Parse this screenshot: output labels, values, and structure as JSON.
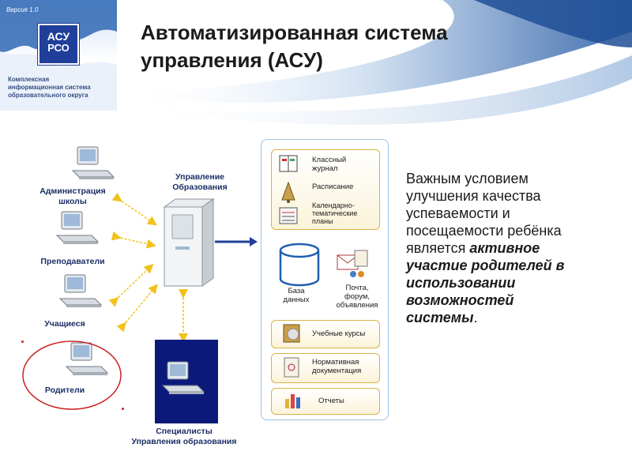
{
  "logo": {
    "version": "Версия 1.0",
    "line1": "АСУ",
    "line2": "РСО",
    "caption": [
      "Комплексная",
      "информационная система",
      "образовательного округа"
    ]
  },
  "title": [
    "Автоматизированная система",
    "управления (АСУ)"
  ],
  "left_nodes": [
    {
      "label": [
        "Администрация",
        "школы"
      ]
    },
    {
      "label": [
        "Преподаватели"
      ]
    },
    {
      "label": [
        "Учащиеся"
      ]
    },
    {
      "label": [
        "Родители"
      ]
    }
  ],
  "server_label": [
    "Управление",
    "Образования"
  ],
  "specialists_label": [
    "Специалисты",
    "Управления образования"
  ],
  "panel": {
    "top_items": [
      {
        "label": [
          "Классный",
          "журнал"
        ],
        "icon": "journal-icon"
      },
      {
        "label": [
          "Расписание"
        ],
        "icon": "bell-icon"
      },
      {
        "label": [
          "Календарно-",
          "тематические",
          "планы"
        ],
        "icon": "planner-icon"
      }
    ],
    "database_label": [
      "База",
      "данных"
    ],
    "mail_label": [
      "Почта,",
      "форум,",
      "объявления"
    ],
    "bottom_items": [
      {
        "label": [
          "Учебные курсы"
        ],
        "icon": "disc-icon"
      },
      {
        "label": [
          "Нормативная",
          "документация"
        ],
        "icon": "document-icon"
      },
      {
        "label": [
          "Отчеты"
        ],
        "icon": "bar-chart-icon"
      }
    ]
  },
  "text": {
    "lines": [
      "Важным условием",
      "улучшения качества",
      "успеваемости и",
      "посещаемости ребёнка"
    ],
    "line5_prefix": "является",
    "line5_emph": "активное",
    "emph_lines": [
      "участие родителей в",
      "использовании",
      "возможностей"
    ],
    "last_emph": "системы",
    "last_suffix": "."
  },
  "colors": {
    "highlight_ellipse": "#cc2020",
    "arrow": "#1f3f9a",
    "label_text": "#1b2f66",
    "dashed_arrow": "#f2c21b"
  }
}
